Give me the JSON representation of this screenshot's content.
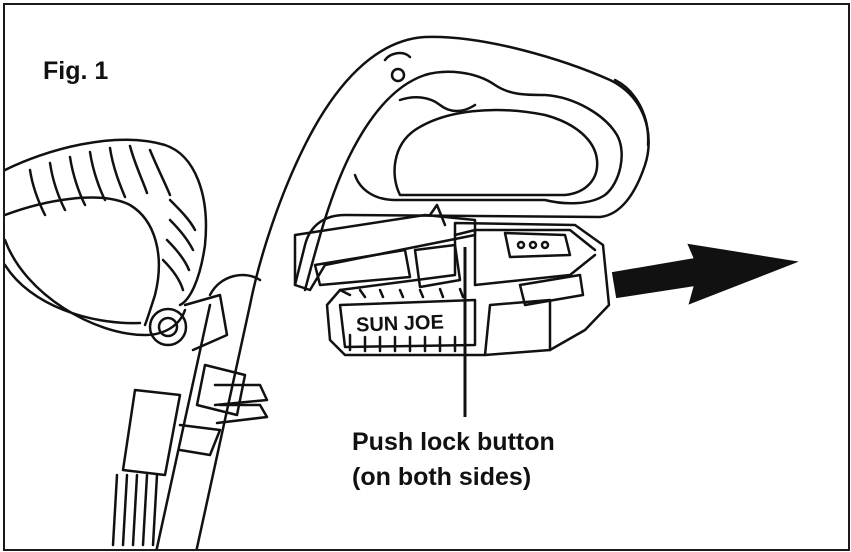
{
  "figure": {
    "label": "Fig. 1"
  },
  "callout": {
    "line1": "Push lock button",
    "line2": "(on both sides)"
  },
  "battery": {
    "brand_text": "SUN JOE"
  },
  "icons": {
    "arrow": "removal-direction-arrow",
    "leader": "leader-line"
  },
  "colors": {
    "ink": "#111111",
    "background": "#ffffff"
  }
}
